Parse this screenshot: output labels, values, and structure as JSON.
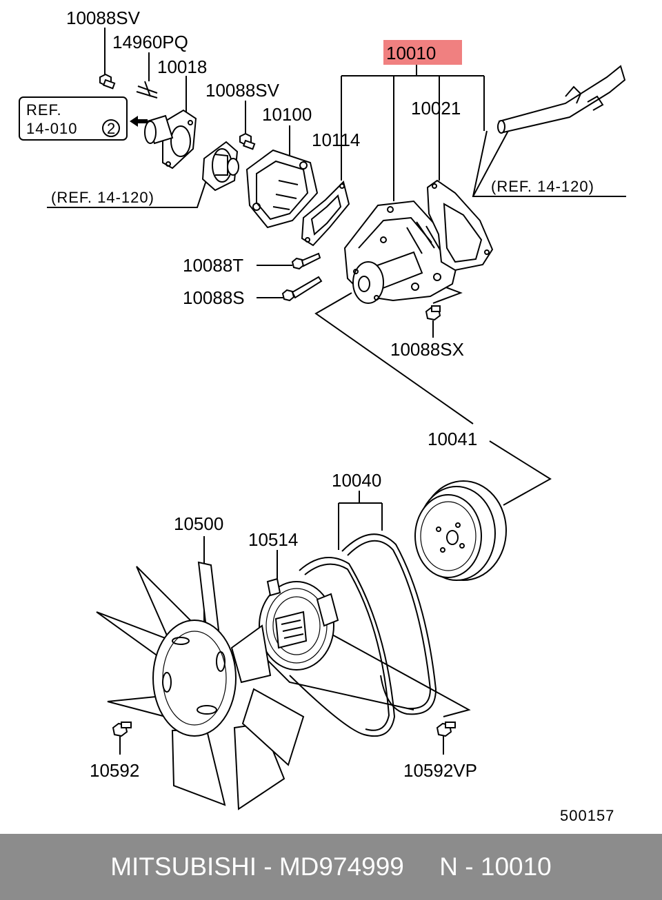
{
  "diagram": {
    "labels": {
      "l10088SV_a": "10088SV",
      "l14960PQ": "14960PQ",
      "l10018": "10018",
      "l10088SV_b": "10088SV",
      "l10100": "10100",
      "l10010": "10010",
      "l10021": "10021",
      "l10114": "10114",
      "l10088T": "10088T",
      "l10088S": "10088S",
      "l10088SX": "10088SX",
      "l10041": "10041",
      "l10040": "10040",
      "l10500": "10500",
      "l10514": "10514",
      "l10592": "10592",
      "l10592VP": "10592VP"
    },
    "ref_box": {
      "line1": "REF.",
      "line2": "14-010",
      "circled": "2"
    },
    "ref_left": "(REF. 14-120)",
    "ref_right": "(REF. 14-120)",
    "figure_number": "500157",
    "highlight_color": "#f08080"
  },
  "footer": {
    "text": "MITSUBISHI - MD974999     N - 10010"
  }
}
